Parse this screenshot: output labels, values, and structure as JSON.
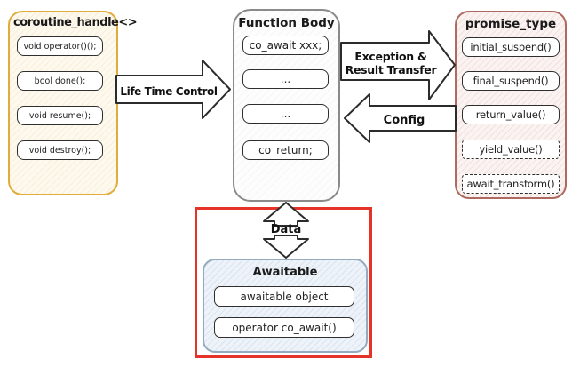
{
  "diagram": {
    "coroutine_handle": {
      "title": "coroutine_handle<>",
      "items": [
        "void operator()();",
        "bool done();",
        "void resume();",
        "void destroy();"
      ]
    },
    "function_body": {
      "title": "Function Body",
      "items": [
        "co_await xxx;",
        "...",
        "...",
        "co_return;"
      ]
    },
    "promise_type": {
      "title": "promise_type",
      "items": [
        {
          "label": "initial_suspend()",
          "style": "solid"
        },
        {
          "label": "final_suspend()",
          "style": "solid"
        },
        {
          "label": "return_value()",
          "style": "solid"
        },
        {
          "label": "yield_value()",
          "style": "dashed"
        },
        {
          "label": "await_transform()",
          "style": "dashed"
        }
      ]
    },
    "awaitable": {
      "title": "Awaitable",
      "items": [
        "awaitable object",
        "operator co_await()"
      ]
    },
    "arrows": {
      "life_time_control": "Life Time Control",
      "exception_line1": "Exception &",
      "exception_line2": "Result Transfer",
      "config": "Config",
      "data": "Data"
    },
    "colors": {
      "coroutine_handle_border": "#E0AC3C",
      "function_body_border": "#8A8A8A",
      "promise_type_border": "#AE6A61",
      "awaitable_border": "#93AAC1",
      "highlight_rect": "#E5332A",
      "inner_box_border": "#2F2F2F",
      "arrow_outline": "#2B2B2B"
    }
  }
}
